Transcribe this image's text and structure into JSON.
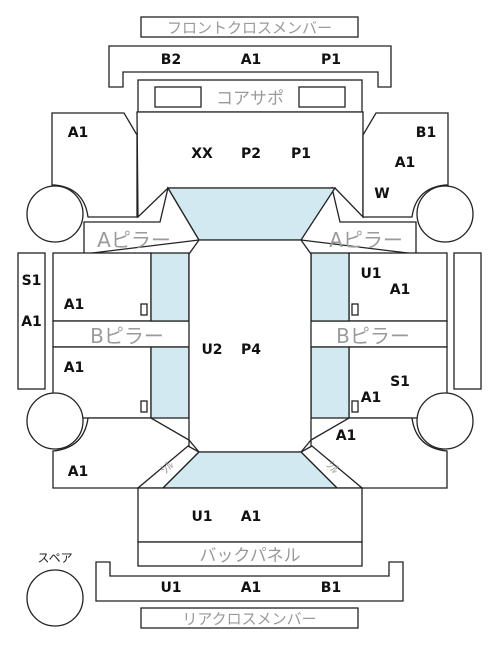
{
  "labels": {
    "front_cross_member": "フロントクロスメンバー",
    "core_support": "コアサポ",
    "a_pillar": "Aピラー",
    "b_pillar": "Bピラー",
    "back_panel": "バックパネル",
    "rear_cross_member": "リアクロスメンバー",
    "spare": "スペア",
    "sill_left": "ｼﾙ",
    "sill_right": "ｼﾙ"
  },
  "codes": {
    "front_cross_member": [
      "B2",
      "A1",
      "P1"
    ],
    "roof_front": [
      "XX",
      "P2",
      "P1"
    ],
    "front_left_fender": "A1",
    "front_right_fender": [
      "B1",
      "A1",
      "W"
    ],
    "left_step": [
      "S1",
      "A1"
    ],
    "front_left_door": "A1",
    "rear_left_door": "A1",
    "roof_center": [
      "U2",
      "P4"
    ],
    "front_right_door": [
      "U1",
      "A1"
    ],
    "rear_right_door": [
      "S1",
      "A1"
    ],
    "rear_right_fender": "A1",
    "rear_left_fender": "A1",
    "trunk": [
      "U1",
      "A1"
    ],
    "rear_cross_member": [
      "U1",
      "A1",
      "B1"
    ]
  },
  "colors": {
    "glass": "#d3e9f1",
    "line": "#222222",
    "label_gray": "#9a9a9a"
  }
}
